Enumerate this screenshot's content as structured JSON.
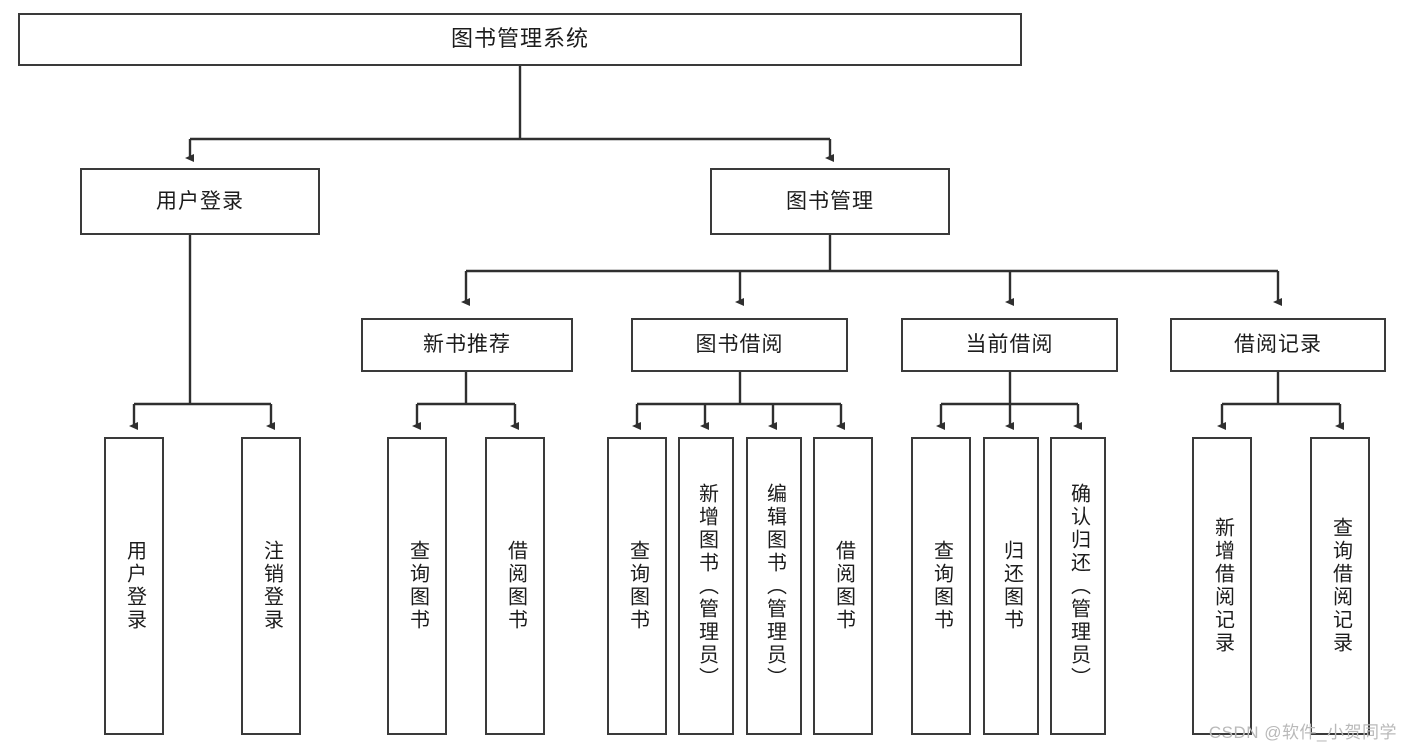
{
  "diagram": {
    "type": "tree",
    "title": "图书管理系统",
    "root": {
      "label": "图书管理系统"
    },
    "level2": [
      {
        "label": "用户登录"
      },
      {
        "label": "图书管理"
      }
    ],
    "level3": [
      {
        "label": "新书推荐"
      },
      {
        "label": "图书借阅"
      },
      {
        "label": "当前借阅"
      },
      {
        "label": "借阅记录"
      }
    ],
    "leaves": {
      "user_login": [
        {
          "label": "用户登录"
        },
        {
          "label": "注销登录"
        }
      ],
      "new_book": [
        {
          "label": "查询图书"
        },
        {
          "label": "借阅图书"
        }
      ],
      "book_borrow": [
        {
          "label": "查询图书"
        },
        {
          "label": "新增图书（管理员）"
        },
        {
          "label": "编辑图书（管理员）"
        },
        {
          "label": "借阅图书"
        }
      ],
      "current_borrow": [
        {
          "label": "查询图书"
        },
        {
          "label": "归还图书"
        },
        {
          "label": "确认归还（管理员）"
        }
      ],
      "borrow_record": [
        {
          "label": "新增借阅记录"
        },
        {
          "label": "查询借阅记录"
        }
      ]
    }
  },
  "watermark": {
    "text": "CSDN @软件_小贺同学"
  },
  "colors": {
    "border": "#3a3a3a",
    "background": "#ffffff",
    "text": "#1c1c1c",
    "watermark": "#b9b9b9"
  }
}
